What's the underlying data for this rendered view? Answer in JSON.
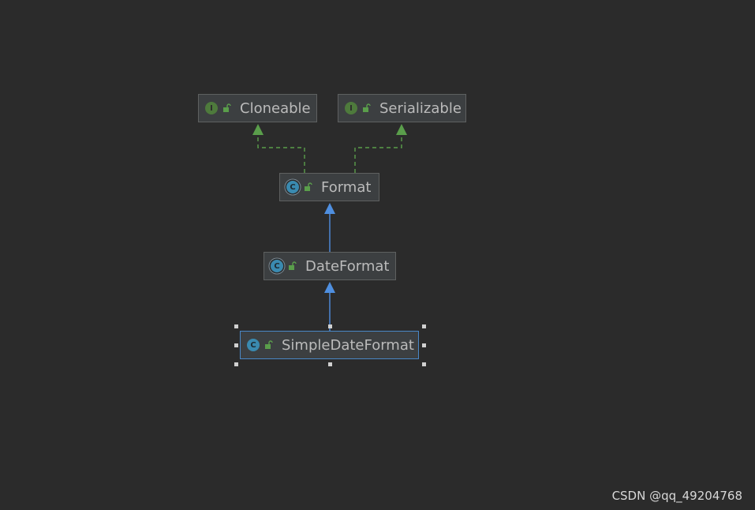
{
  "diagram": {
    "nodes": {
      "cloneable": {
        "label": "Cloneable",
        "kind": "interface",
        "kind_letter": "I",
        "visibility": "public"
      },
      "serializable": {
        "label": "Serializable",
        "kind": "interface",
        "kind_letter": "I",
        "visibility": "public"
      },
      "format": {
        "label": "Format",
        "kind": "abstract-class",
        "kind_letter": "C",
        "visibility": "public"
      },
      "dateformat": {
        "label": "DateFormat",
        "kind": "abstract-class",
        "kind_letter": "C",
        "visibility": "public"
      },
      "simpledateformat": {
        "label": "SimpleDateFormat",
        "kind": "class",
        "kind_letter": "C",
        "visibility": "public",
        "selected": true
      }
    },
    "edges": [
      {
        "from": "format",
        "to": "cloneable",
        "type": "implements",
        "style": "dashed",
        "color": "#5a9e4b"
      },
      {
        "from": "format",
        "to": "serializable",
        "type": "implements",
        "style": "dashed",
        "color": "#5a9e4b"
      },
      {
        "from": "dateformat",
        "to": "format",
        "type": "extends",
        "style": "solid",
        "color": "#4f8fe0"
      },
      {
        "from": "simpledateformat",
        "to": "dateformat",
        "type": "extends",
        "style": "solid",
        "color": "#4f8fe0"
      }
    ]
  },
  "icons": {
    "interface_badge": "interface-icon",
    "class_badge": "class-icon",
    "abstract_class_badge": "abstract-class-icon",
    "visibility": "unlocked-padlock-icon"
  },
  "colors": {
    "background": "#2b2b2b",
    "node_fill": "#3c3f41",
    "node_border": "#5e6060",
    "selected_border": "#4a88c7",
    "text": "#bbbbbb",
    "interface_green": "#5a9e4b",
    "class_blue": "#3a8ab0"
  },
  "watermark": {
    "text": "CSDN @qq_49204768"
  }
}
